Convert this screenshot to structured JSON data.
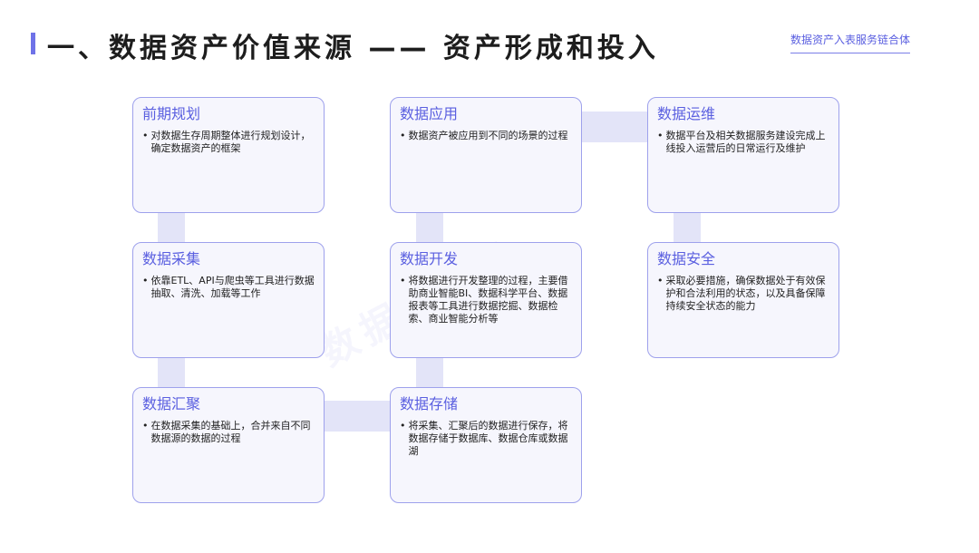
{
  "header": {
    "title": "一、数据资产价值来源 —— 资产形成和投入",
    "brand": "数据资产入表服务链合体"
  },
  "watermark": "数据链合体",
  "colors": {
    "accent": "#6f72e8",
    "card_border": "#9ea1ec",
    "card_fill": "#f6f6fd",
    "connector": "#e3e4f8"
  },
  "cards": [
    {
      "title": "前期规划",
      "bullet": "•",
      "text": "对数据生存周期整体进行规划设计，确定数据资产的框架"
    },
    {
      "title": "数据采集",
      "bullet": "•",
      "text": "依靠ETL、API与爬虫等工具进行数据抽取、清洗、加载等工作"
    },
    {
      "title": "数据汇聚",
      "bullet": "•",
      "text": "在数据采集的基础上，合并来自不同数据源的数据的过程"
    },
    {
      "title": "数据存储",
      "bullet": "•",
      "text": "将采集、汇聚后的数据进行保存，将数据存储于数据库、数据仓库或数据湖"
    },
    {
      "title": "数据开发",
      "bullet": "•",
      "text": "将数据进行开发整理的过程，主要借助商业智能BI、数据科学平台、数据报表等工具进行数据挖掘、数据检索、商业智能分析等"
    },
    {
      "title": "数据应用",
      "bullet": "•",
      "text": "数据资产被应用到不同的场景的过程"
    },
    {
      "title": "数据运维",
      "bullet": "•",
      "text": "数据平台及相关数据服务建设完成上线投入运营后的日常运行及维护"
    },
    {
      "title": "数据安全",
      "bullet": "•",
      "text": "采取必要措施，确保数据处于有效保护和合法利用的状态，以及具备保障持续安全状态的能力"
    }
  ]
}
